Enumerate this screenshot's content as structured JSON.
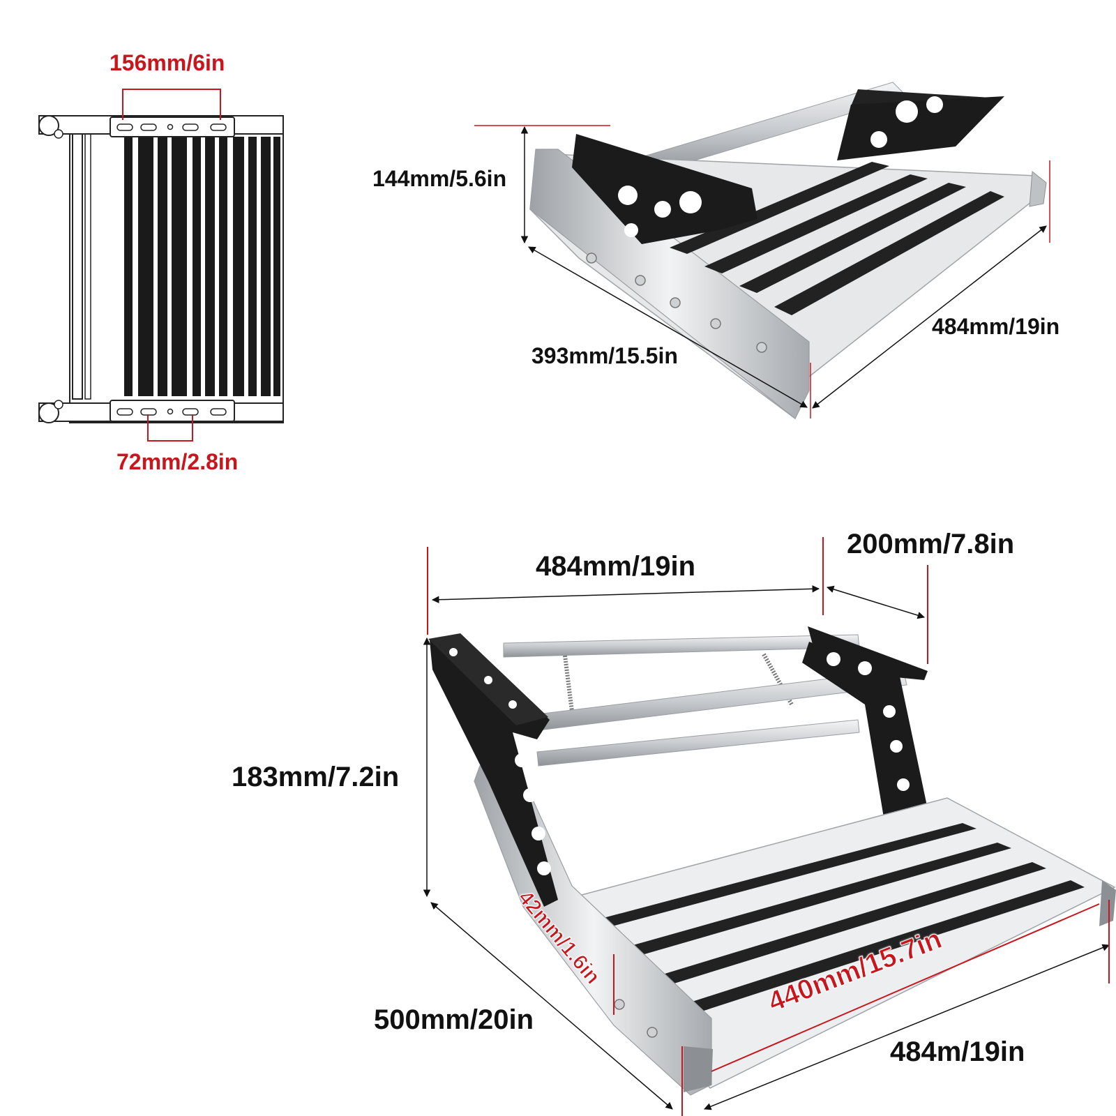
{
  "top_view": {
    "label_top": "156mm/6in",
    "label_bottom": "72mm/2.8in"
  },
  "side_view": {
    "label_height": "144mm/5.6in",
    "label_depth": "393mm/15.5in",
    "label_width": "484mm/19in"
  },
  "main_view": {
    "label_top_width": "484mm/19in",
    "label_bracket": "200mm/7.8in",
    "label_height": "183mm/7.2in",
    "label_side": "42mm/1.6in",
    "label_tread": "440mm/15.7in",
    "label_depth": "500mm/20in",
    "label_bottom_width": "484m/19in"
  },
  "colors": {
    "accent_red": "#c8161d",
    "text": "#111111",
    "metal": "#d9dcdf",
    "bracket": "#1b1b1b"
  }
}
